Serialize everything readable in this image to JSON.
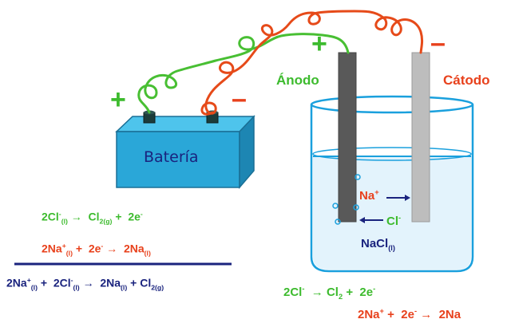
{
  "battery": {
    "label": "Batería"
  },
  "anode": {
    "sign": "+",
    "label": "Ánodo"
  },
  "cathode": {
    "sign": "–",
    "label": "Cátodo"
  },
  "battery_terminals": {
    "plus": "+",
    "minus": "–"
  },
  "ions": {
    "na": "Na",
    "na_charge": "+",
    "cl": "Cl",
    "cl_charge": "-"
  },
  "solution": {
    "formula": "NaCl",
    "state": "(l)"
  },
  "equations": {
    "cl_oxidation": {
      "left": "2Cl",
      "left_sup": "-",
      "left_sub": "(l)",
      "arrow": "→",
      "product": "Cl",
      "product_sub": "2(g)",
      "plus": "+",
      "electrons": "2e",
      "electrons_sup": "-"
    },
    "na_reduction": {
      "left": "2Na",
      "left_sup": "+",
      "left_sub": "(l)",
      "plus": "+",
      "electrons": "2e",
      "electrons_sup": "-",
      "arrow": "→",
      "product": "2Na",
      "product_sub": "(l)"
    },
    "overall": {
      "t1": "2Na",
      "t1_sup": "+",
      "t1_sub": "(l)",
      "plus1": "+",
      "t2": "2Cl",
      "t2_sup": "-",
      "t2_sub": "(l)",
      "arrow": "→",
      "t3": "2Na",
      "t3_sub": "(l)",
      "plus2": "+",
      "t4": "Cl",
      "t4_sub": "2(g)"
    },
    "anode_half": {
      "left": "2Cl",
      "left_sup": "-",
      "arrow": "→",
      "product": "Cl",
      "product_sub": "2",
      "plus": "+",
      "electrons": "2e",
      "electrons_sup": "-"
    },
    "cathode_half": {
      "left": "2Na",
      "left_sup": "+",
      "plus": "+",
      "electrons": "2e",
      "electrons_sup": "-",
      "arrow": "→",
      "product": "2Na"
    }
  },
  "colors": {
    "green": "#3dbb2e",
    "orange": "#e8411c",
    "navy": "#1a237e",
    "battery": "#29a9d6",
    "anode_rod": "#555555",
    "cathode_rod": "#bdbdbd",
    "water": "#dff1fb"
  }
}
